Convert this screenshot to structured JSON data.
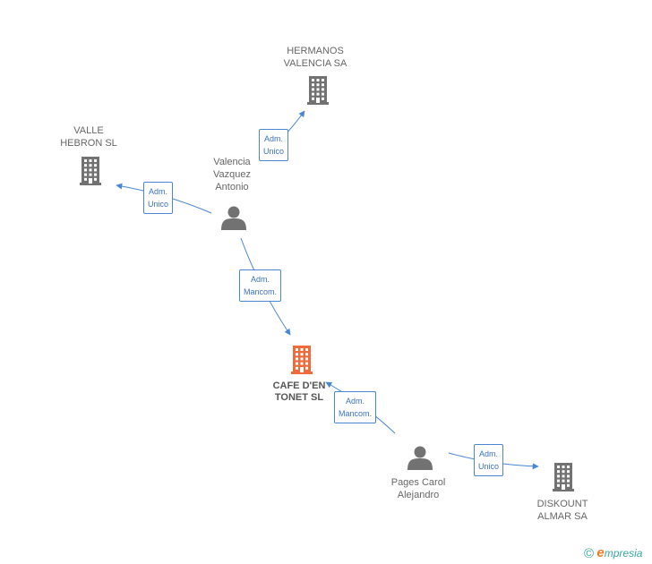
{
  "colors": {
    "company": "#727272",
    "company_main": "#f06a3a",
    "person": "#727272",
    "edge": "#4a86d4",
    "label_text": "#3b73c2"
  },
  "nodes": {
    "hermanos": {
      "type": "company",
      "lines": [
        "HERMANOS",
        "VALENCIA SA"
      ]
    },
    "valle": {
      "type": "company",
      "lines": [
        "VALLE",
        "HEBRON SL"
      ]
    },
    "valencia": {
      "type": "person",
      "lines": [
        "Valencia",
        "Vazquez",
        "Antonio"
      ]
    },
    "cafe": {
      "type": "company_main",
      "lines": [
        "CAFE D'EN",
        "TONET SL"
      ]
    },
    "pages": {
      "type": "person",
      "lines": [
        "Pages Carol",
        "Alejandro"
      ]
    },
    "diskount": {
      "type": "company",
      "lines": [
        "DISKOUNT",
        "ALMAR SA"
      ]
    }
  },
  "edges": [
    {
      "from": "valencia",
      "to": "hermanos",
      "lines": [
        "Adm.",
        "Unico"
      ]
    },
    {
      "from": "valencia",
      "to": "valle",
      "lines": [
        "Adm.",
        "Unico"
      ]
    },
    {
      "from": "valencia",
      "to": "cafe",
      "lines": [
        "Adm.",
        "Mancom."
      ]
    },
    {
      "from": "pages",
      "to": "cafe",
      "lines": [
        "Adm.",
        "Mancom."
      ]
    },
    {
      "from": "pages",
      "to": "diskount",
      "lines": [
        "Adm.",
        "Unico"
      ]
    }
  ],
  "brand": {
    "copyright": "©",
    "e": "e",
    "rest": "mpresia"
  }
}
